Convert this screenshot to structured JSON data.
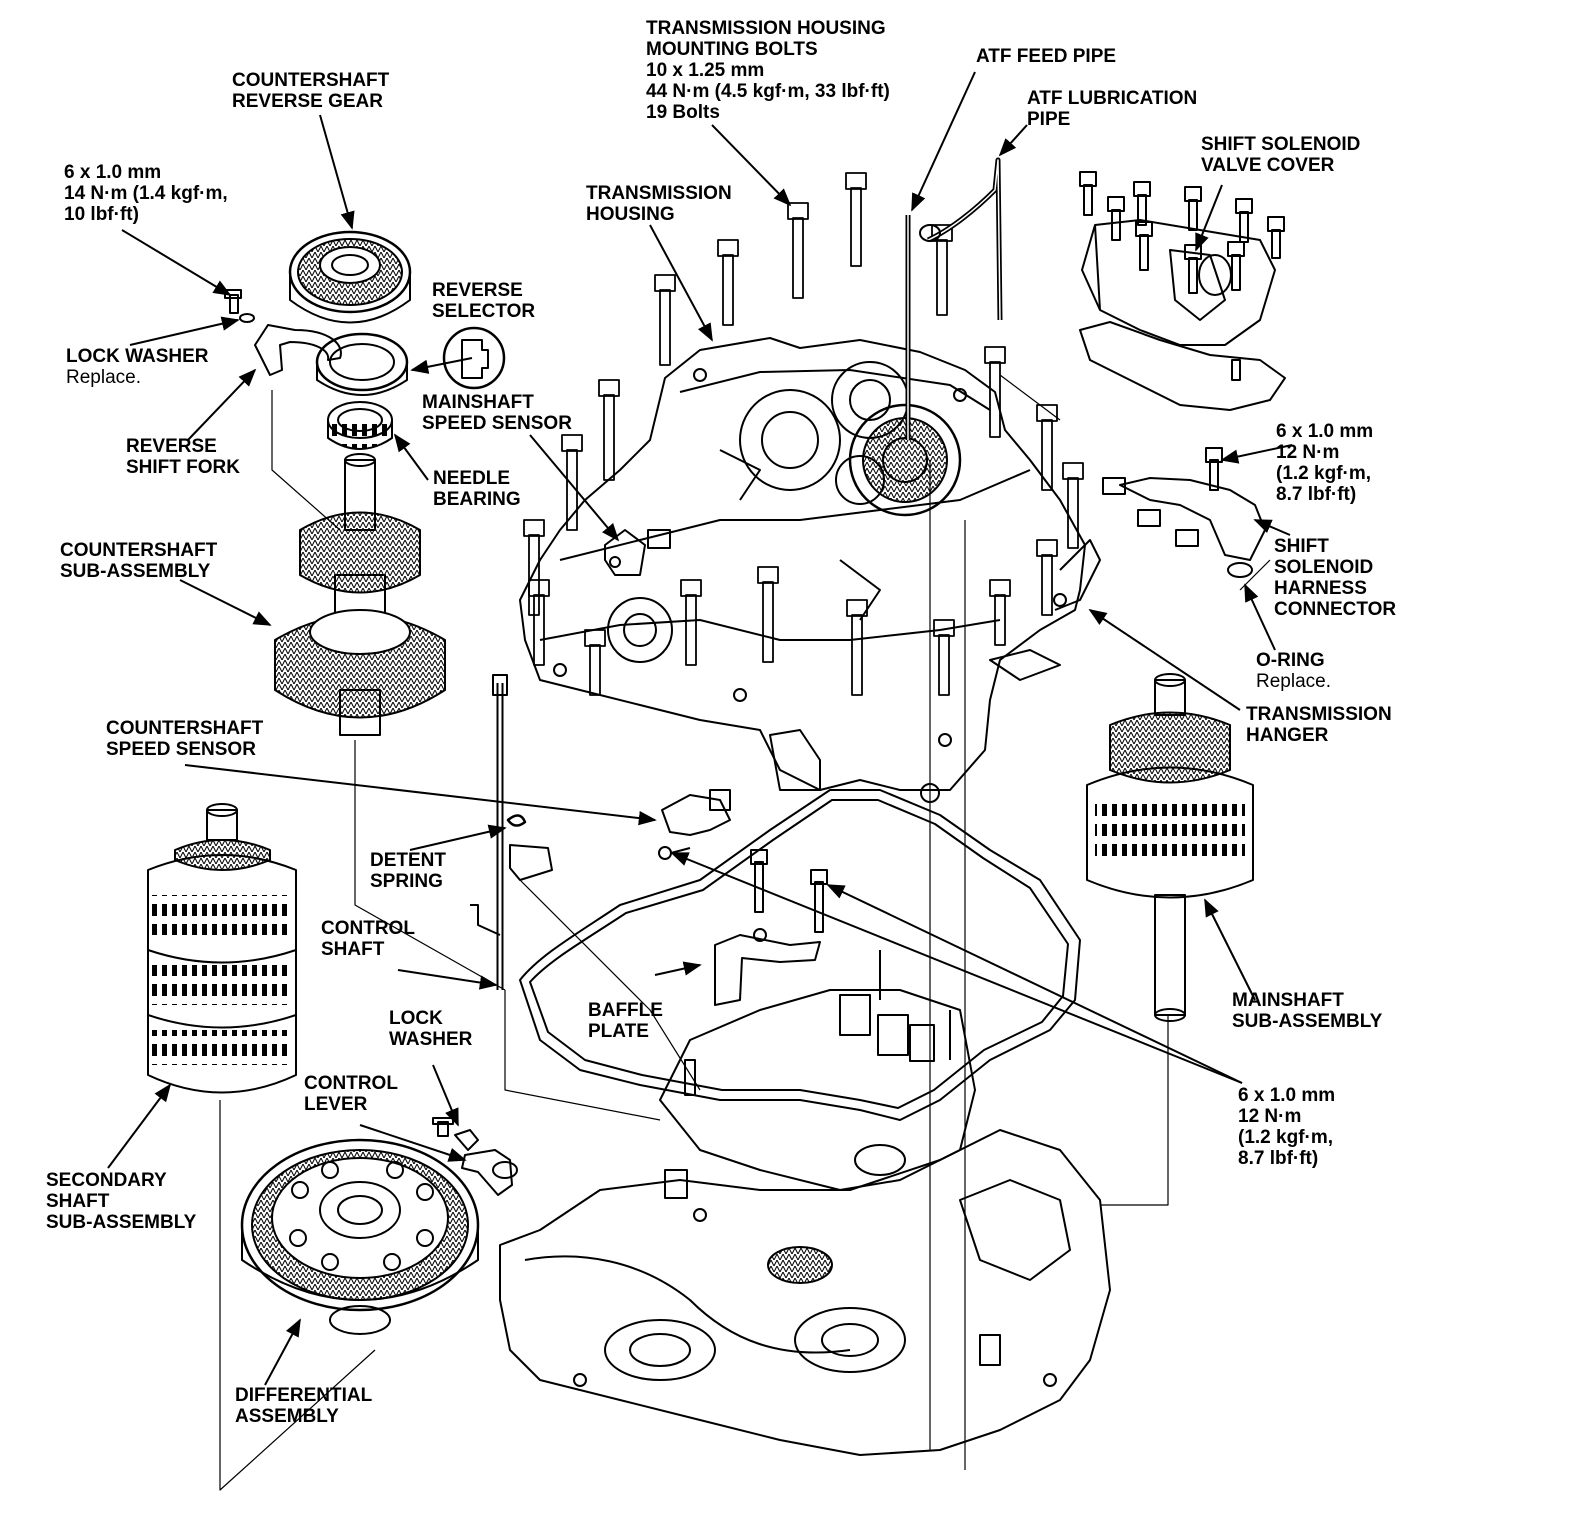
{
  "labels": {
    "cs_reverse_gear": [
      "COUNTERSHAFT",
      "REVERSE GEAR"
    ],
    "bolt_6x1_14nm": [
      "6 x 1.0 mm",
      "14 N·m (1.4 kgf·m,",
      "10 lbf·ft)"
    ],
    "lock_washer_top": [
      "LOCK WASHER"
    ],
    "lock_washer_top_note": "Replace.",
    "reverse_shift_fork": [
      "REVERSE",
      "SHIFT FORK"
    ],
    "reverse_selector": [
      "REVERSE",
      "SELECTOR"
    ],
    "mainshaft_speed_sensor": [
      "MAINSHAFT",
      "SPEED SENSOR"
    ],
    "needle_bearing": [
      "NEEDLE",
      "BEARING"
    ],
    "cs_subassembly": [
      "COUNTERSHAFT",
      "SUB-ASSEMBLY"
    ],
    "cs_speed_sensor": [
      "COUNTERSHAFT",
      "SPEED SENSOR"
    ],
    "housing_bolts": [
      "TRANSMISSION HOUSING",
      "MOUNTING BOLTS",
      "10 x 1.25 mm",
      "44 N·m (4.5 kgf·m, 33 lbf·ft)",
      "19 Bolts"
    ],
    "transmission_housing": [
      "TRANSMISSION",
      "HOUSING"
    ],
    "atf_feed_pipe": [
      "ATF FEED PIPE"
    ],
    "atf_lube_pipe": [
      "ATF LUBRICATION",
      "PIPE"
    ],
    "shift_solenoid_cover": [
      "SHIFT SOLENOID",
      "VALVE COVER"
    ],
    "bolt_6x1_12nm_right": [
      "6 x 1.0 mm",
      "12 N·m",
      "(1.2 kgf·m,",
      "8.7 lbf·ft)"
    ],
    "harness_connector": [
      "SHIFT",
      "SOLENOID",
      "HARNESS",
      "CONNECTOR"
    ],
    "o_ring": [
      "O-RING"
    ],
    "o_ring_note": "Replace.",
    "transmission_hanger": [
      "TRANSMISSION",
      "HANGER"
    ],
    "detent_spring": [
      "DETENT",
      "SPRING"
    ],
    "control_shaft": [
      "CONTROL",
      "SHAFT"
    ],
    "baffle_plate": [
      "BAFFLE",
      "PLATE"
    ],
    "mainshaft_subassembly": [
      "MAINSHAFT",
      "SUB-ASSEMBLY"
    ],
    "lock_washer_bottom": [
      "LOCK",
      "WASHER"
    ],
    "control_lever": [
      "CONTROL",
      "LEVER"
    ],
    "bolt_6x1_12nm_bottom": [
      "6 x 1.0 mm",
      "12 N·m",
      "(1.2 kgf·m,",
      "8.7 lbf·ft)"
    ],
    "secondary_shaft": [
      "SECONDARY",
      "SHAFT",
      "SUB-ASSEMBLY"
    ],
    "differential": [
      "DIFFERENTIAL",
      "ASSEMBLY"
    ]
  }
}
